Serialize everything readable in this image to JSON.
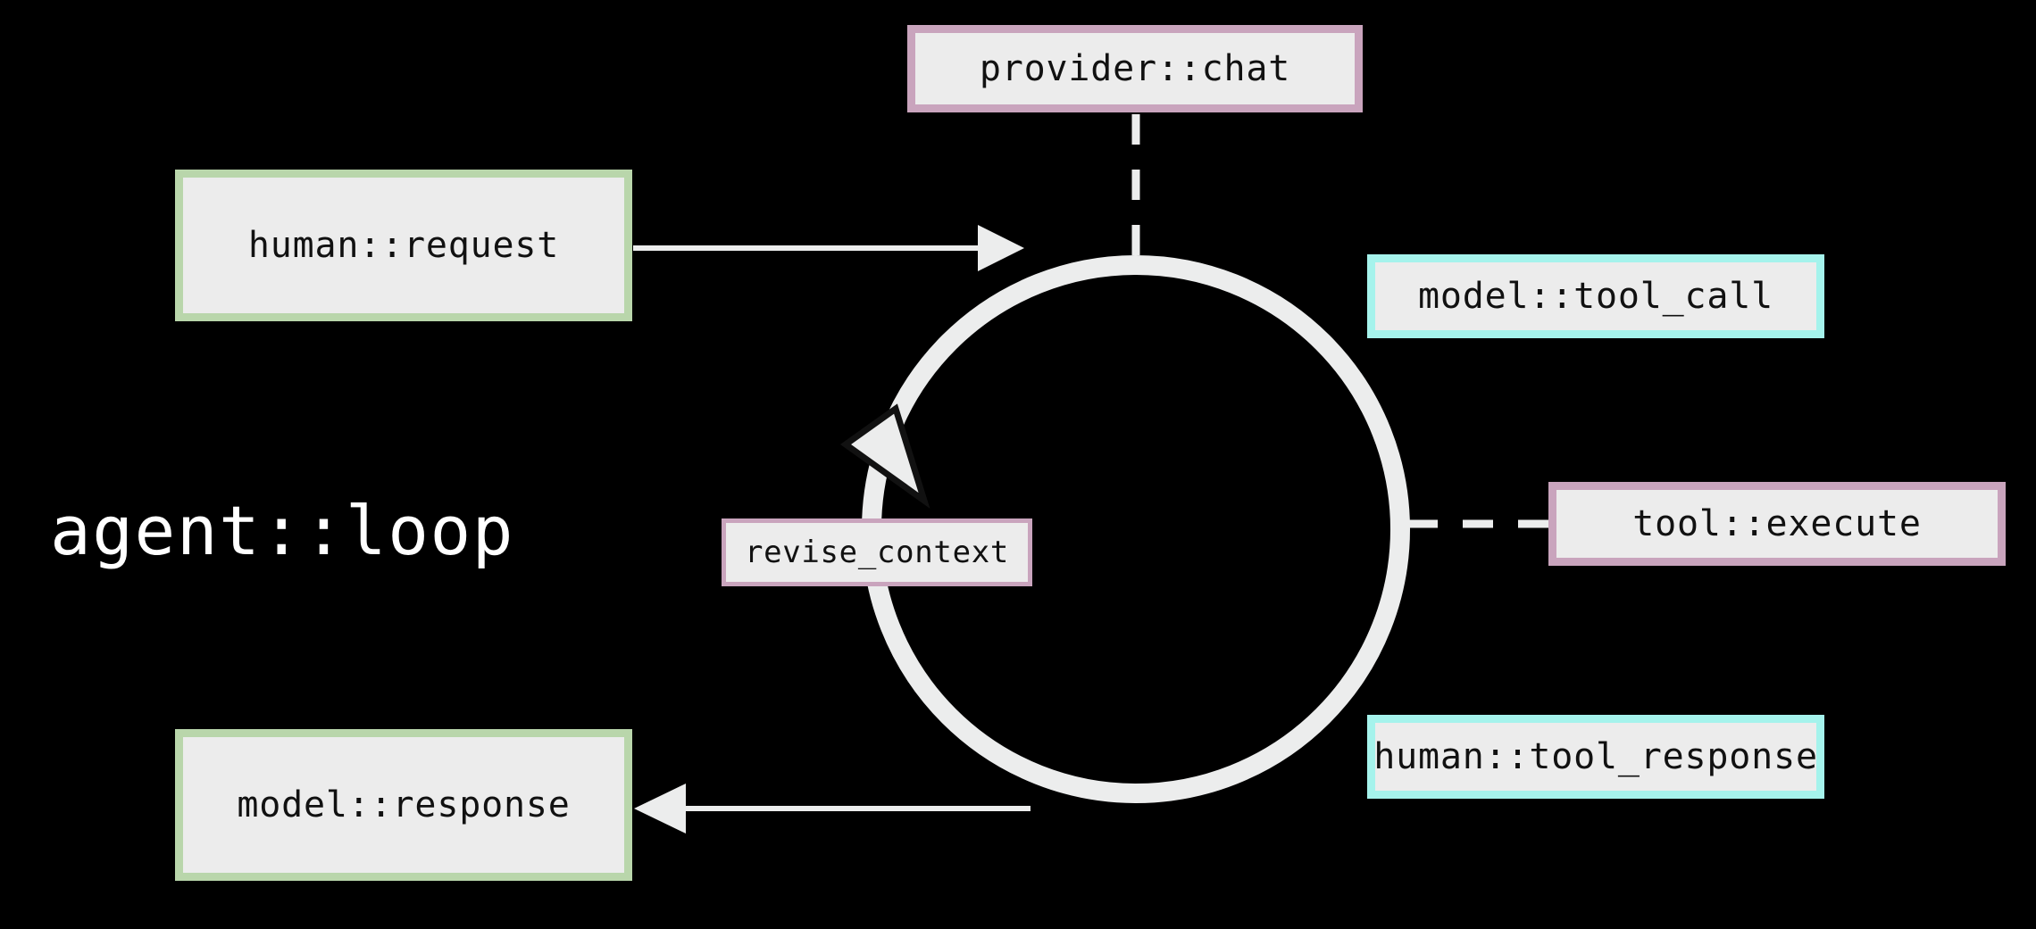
{
  "diagram": {
    "title": "agent::loop",
    "background_color": "#000000",
    "node_fill_color": "#ececec",
    "node_text_color": "#111111",
    "title_color": "#ffffff",
    "edge_color": "#eceded",
    "palette": {
      "green_border": "#b9d6ab",
      "cyan_border": "#a5f3ec",
      "pink_border": "#c9a4bd"
    },
    "nodes": [
      {
        "id": "provider-chat",
        "label": "provider::chat",
        "border_color": "#c9a4bd"
      },
      {
        "id": "human-request",
        "label": "human::request",
        "border_color": "#b9d6ab"
      },
      {
        "id": "model-tool-call",
        "label": "model::tool_call",
        "border_color": "#a5f3ec"
      },
      {
        "id": "tool-execute",
        "label": "tool::execute",
        "border_color": "#c9a4bd"
      },
      {
        "id": "revise-context",
        "label": "revise_context",
        "border_color": "#c9a4bd"
      },
      {
        "id": "model-response",
        "label": "model::response",
        "border_color": "#b9d6ab"
      },
      {
        "id": "human-tool-response",
        "label": "human::tool_response",
        "border_color": "#a5f3ec"
      }
    ],
    "edges": [
      {
        "id": "request-to-loop",
        "from": "human-request",
        "to": "agent-loop",
        "style": "solid",
        "arrow": "end"
      },
      {
        "id": "loop-to-response",
        "from": "agent-loop",
        "to": "model-response",
        "style": "solid",
        "arrow": "end"
      },
      {
        "id": "chat-to-loop",
        "from": "provider-chat",
        "to": "agent-loop",
        "style": "dashed",
        "arrow": "none"
      },
      {
        "id": "loop-to-execute",
        "from": "agent-loop",
        "to": "tool-execute",
        "style": "dashed",
        "arrow": "none"
      },
      {
        "id": "loop-cycle",
        "from": "agent-loop",
        "to": "agent-loop",
        "style": "solid",
        "arrow": "end",
        "label": "revise_context"
      }
    ]
  }
}
